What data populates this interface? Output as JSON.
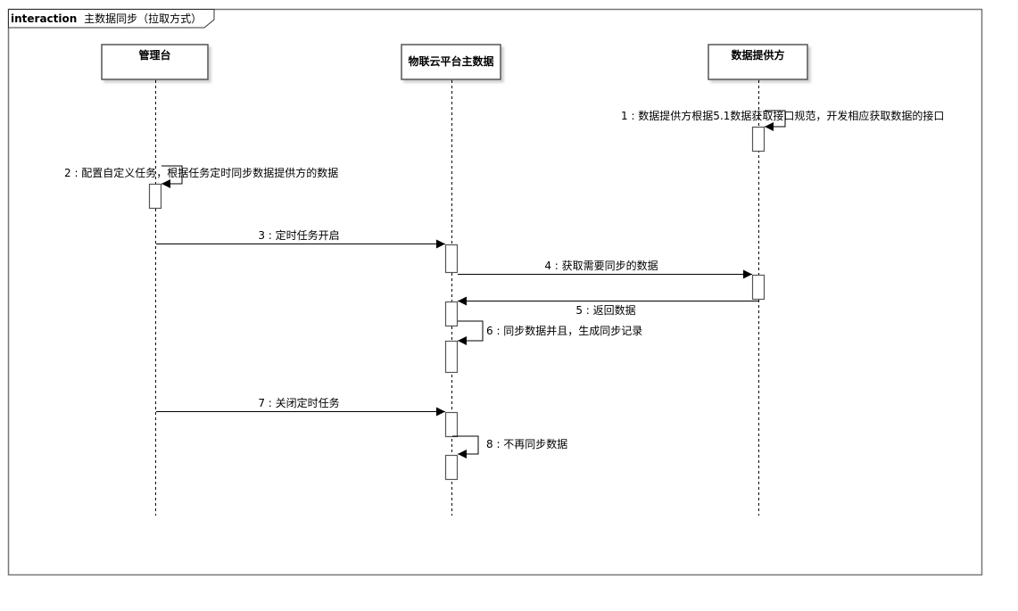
{
  "frame": {
    "keyword": "interaction",
    "title": "主数据同步（拉取方式）"
  },
  "lifelines": [
    {
      "id": "admin",
      "label": "管理台"
    },
    {
      "id": "iot",
      "label": "物联云平台主数据"
    },
    {
      "id": "provider",
      "label": "数据提供方"
    }
  ],
  "messages": [
    {
      "num": "1",
      "text": "1 : 数据提供方根据5.1数据获取接口规范，开发相应获取数据的接口",
      "from": "provider",
      "to": "provider",
      "kind": "self"
    },
    {
      "num": "2",
      "text": "2 : 配置自定义任务，根据任务定时同步数据提供方的数据",
      "from": "admin",
      "to": "admin",
      "kind": "self"
    },
    {
      "num": "3",
      "text": "3 : 定时任务开启",
      "from": "admin",
      "to": "iot",
      "kind": "call"
    },
    {
      "num": "4",
      "text": "4 : 获取需要同步的数据",
      "from": "iot",
      "to": "provider",
      "kind": "call"
    },
    {
      "num": "5",
      "text": "5 : 返回数据",
      "from": "provider",
      "to": "iot",
      "kind": "return"
    },
    {
      "num": "6",
      "text": "6 : 同步数据并且，生成同步记录",
      "from": "iot",
      "to": "iot",
      "kind": "self"
    },
    {
      "num": "7",
      "text": "7 : 关闭定时任务",
      "from": "admin",
      "to": "iot",
      "kind": "call"
    },
    {
      "num": "8",
      "text": "8 : 不再同步数据",
      "from": "iot",
      "to": "iot",
      "kind": "self"
    }
  ]
}
